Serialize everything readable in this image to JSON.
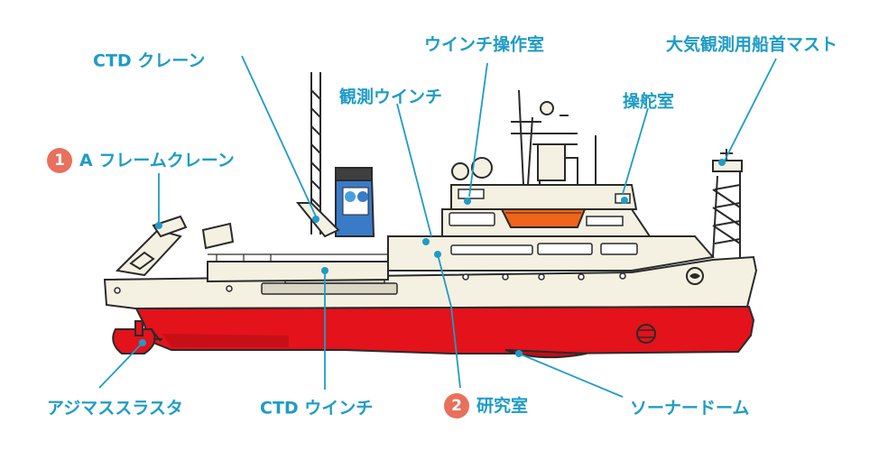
{
  "colors": {
    "label": "#1e9cc6",
    "badge": "#e8705c",
    "hull_red": "#e3121b",
    "hull_white": "#f4f1e2",
    "lifeboat": "#f0641c",
    "funnel_blue": "#3a7bc8",
    "outline": "#2a2a2a"
  },
  "labels": {
    "ctd_crane": "CTD クレーン",
    "winch_control_room": "ウインチ操作室",
    "bow_mast": "大気観測用船首マスト",
    "obs_winch": "観測ウインチ",
    "wheelhouse": "操舵室",
    "a_frame_crane": "A フレームクレーン",
    "a_frame_num": "1",
    "azimuth_thruster": "アジマススラスタ",
    "ctd_winch": "CTD ウインチ",
    "lab": "研究室",
    "lab_num": "2",
    "sonar_dome": "ソーナードーム"
  }
}
